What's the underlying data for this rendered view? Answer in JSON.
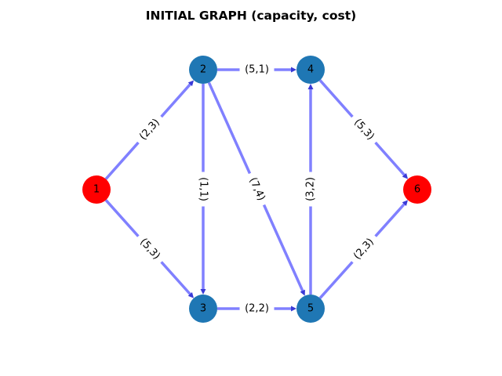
{
  "title": "INITIAL GRAPH (capacity, cost)",
  "colors": {
    "edge": "#8080ff",
    "arrow": "#3a3ad6",
    "node_default": "#1f77b4",
    "node_terminal": "#ff0000",
    "label_text": "#000000",
    "label_bg": "#ffffff"
  },
  "nodes": [
    {
      "id": "1",
      "label": "1",
      "terminal": true
    },
    {
      "id": "2",
      "label": "2",
      "terminal": false
    },
    {
      "id": "3",
      "label": "3",
      "terminal": false
    },
    {
      "id": "4",
      "label": "4",
      "terminal": false
    },
    {
      "id": "5",
      "label": "5",
      "terminal": false
    },
    {
      "id": "6",
      "label": "6",
      "terminal": true
    }
  ],
  "edges": [
    {
      "from": "1",
      "to": "2",
      "label": "(2,3)"
    },
    {
      "from": "1",
      "to": "3",
      "label": "(5,3)"
    },
    {
      "from": "2",
      "to": "4",
      "label": "(5,1)"
    },
    {
      "from": "2",
      "to": "3",
      "label": "(1,1)"
    },
    {
      "from": "2",
      "to": "5",
      "label": "(7,4)"
    },
    {
      "from": "3",
      "to": "5",
      "label": "(2,2)"
    },
    {
      "from": "5",
      "to": "4",
      "label": "(3,2)"
    },
    {
      "from": "4",
      "to": "6",
      "label": "(5,3)"
    },
    {
      "from": "5",
      "to": "6",
      "label": "(2,3)"
    }
  ]
}
